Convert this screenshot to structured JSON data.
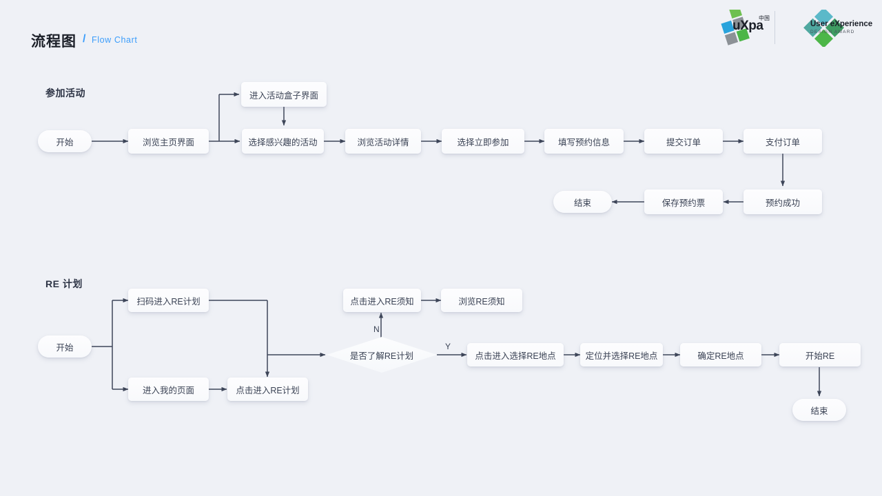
{
  "header": {
    "title_cn": "流程图",
    "slash": "/",
    "title_en": "Flow Chart"
  },
  "logos": {
    "uxpa": {
      "name": "uXpa",
      "region": "中国",
      "icon": "uxpa-squares-icon",
      "colors": [
        "#4cb648",
        "#29a3dc",
        "#8c9196",
        "#6ec04f",
        "#8c9196"
      ]
    },
    "uxda": {
      "line1": "User eXperience",
      "line2": "DESIGN    AWARD",
      "icon": "uxda-diamond-icon",
      "colors": [
        "#4fa8a0",
        "#3e9c62",
        "#4cb648",
        "#5bb9c9"
      ]
    }
  },
  "sections": [
    {
      "id": "join-activity",
      "heading": "参加活动",
      "nodes": [
        {
          "id": "start1",
          "label": "开始",
          "shape": "pill"
        },
        {
          "id": "j1",
          "label": "浏览主页界面",
          "shape": "rect"
        },
        {
          "id": "j2",
          "label": "进入活动盒子界面",
          "shape": "rect"
        },
        {
          "id": "j3",
          "label": "选择感兴趣的活动",
          "shape": "rect"
        },
        {
          "id": "j4",
          "label": "浏览活动详情",
          "shape": "rect"
        },
        {
          "id": "j5",
          "label": "选择立即参加",
          "shape": "rect"
        },
        {
          "id": "j6",
          "label": "填写预约信息",
          "shape": "rect"
        },
        {
          "id": "j7",
          "label": "提交订单",
          "shape": "rect"
        },
        {
          "id": "j8",
          "label": "支付订单",
          "shape": "rect"
        },
        {
          "id": "j9",
          "label": "预约成功",
          "shape": "rect"
        },
        {
          "id": "j10",
          "label": "保存预约票",
          "shape": "rect"
        },
        {
          "id": "end1",
          "label": "结束",
          "shape": "pill"
        }
      ]
    },
    {
      "id": "re-plan",
      "heading": "RE 计划",
      "nodes": [
        {
          "id": "start2",
          "label": "开始",
          "shape": "pill"
        },
        {
          "id": "r1",
          "label": "扫码进入RE计划",
          "shape": "rect"
        },
        {
          "id": "r2",
          "label": "进入我的页面",
          "shape": "rect"
        },
        {
          "id": "r3",
          "label": "点击进入RE计划",
          "shape": "rect"
        },
        {
          "id": "r4",
          "label": "是否了解RE计划",
          "shape": "diamond"
        },
        {
          "id": "r5",
          "label": "点击进入RE须知",
          "shape": "rect"
        },
        {
          "id": "r6",
          "label": "浏览RE须知",
          "shape": "rect"
        },
        {
          "id": "r7",
          "label": "点击进入选择RE地点",
          "shape": "rect"
        },
        {
          "id": "r8",
          "label": "定位并选择RE地点",
          "shape": "rect"
        },
        {
          "id": "r9",
          "label": "确定RE地点",
          "shape": "rect"
        },
        {
          "id": "r10",
          "label": "开始RE",
          "shape": "rect"
        },
        {
          "id": "end2",
          "label": "结束",
          "shape": "pill"
        }
      ],
      "edge_labels": {
        "no": "N",
        "yes": "Y"
      }
    }
  ],
  "colors": {
    "background": "#eff1f6",
    "node_fill": "#fbfcfe",
    "text": "#3a4254",
    "accent": "#3b9dfb",
    "connector": "#3d4558"
  }
}
